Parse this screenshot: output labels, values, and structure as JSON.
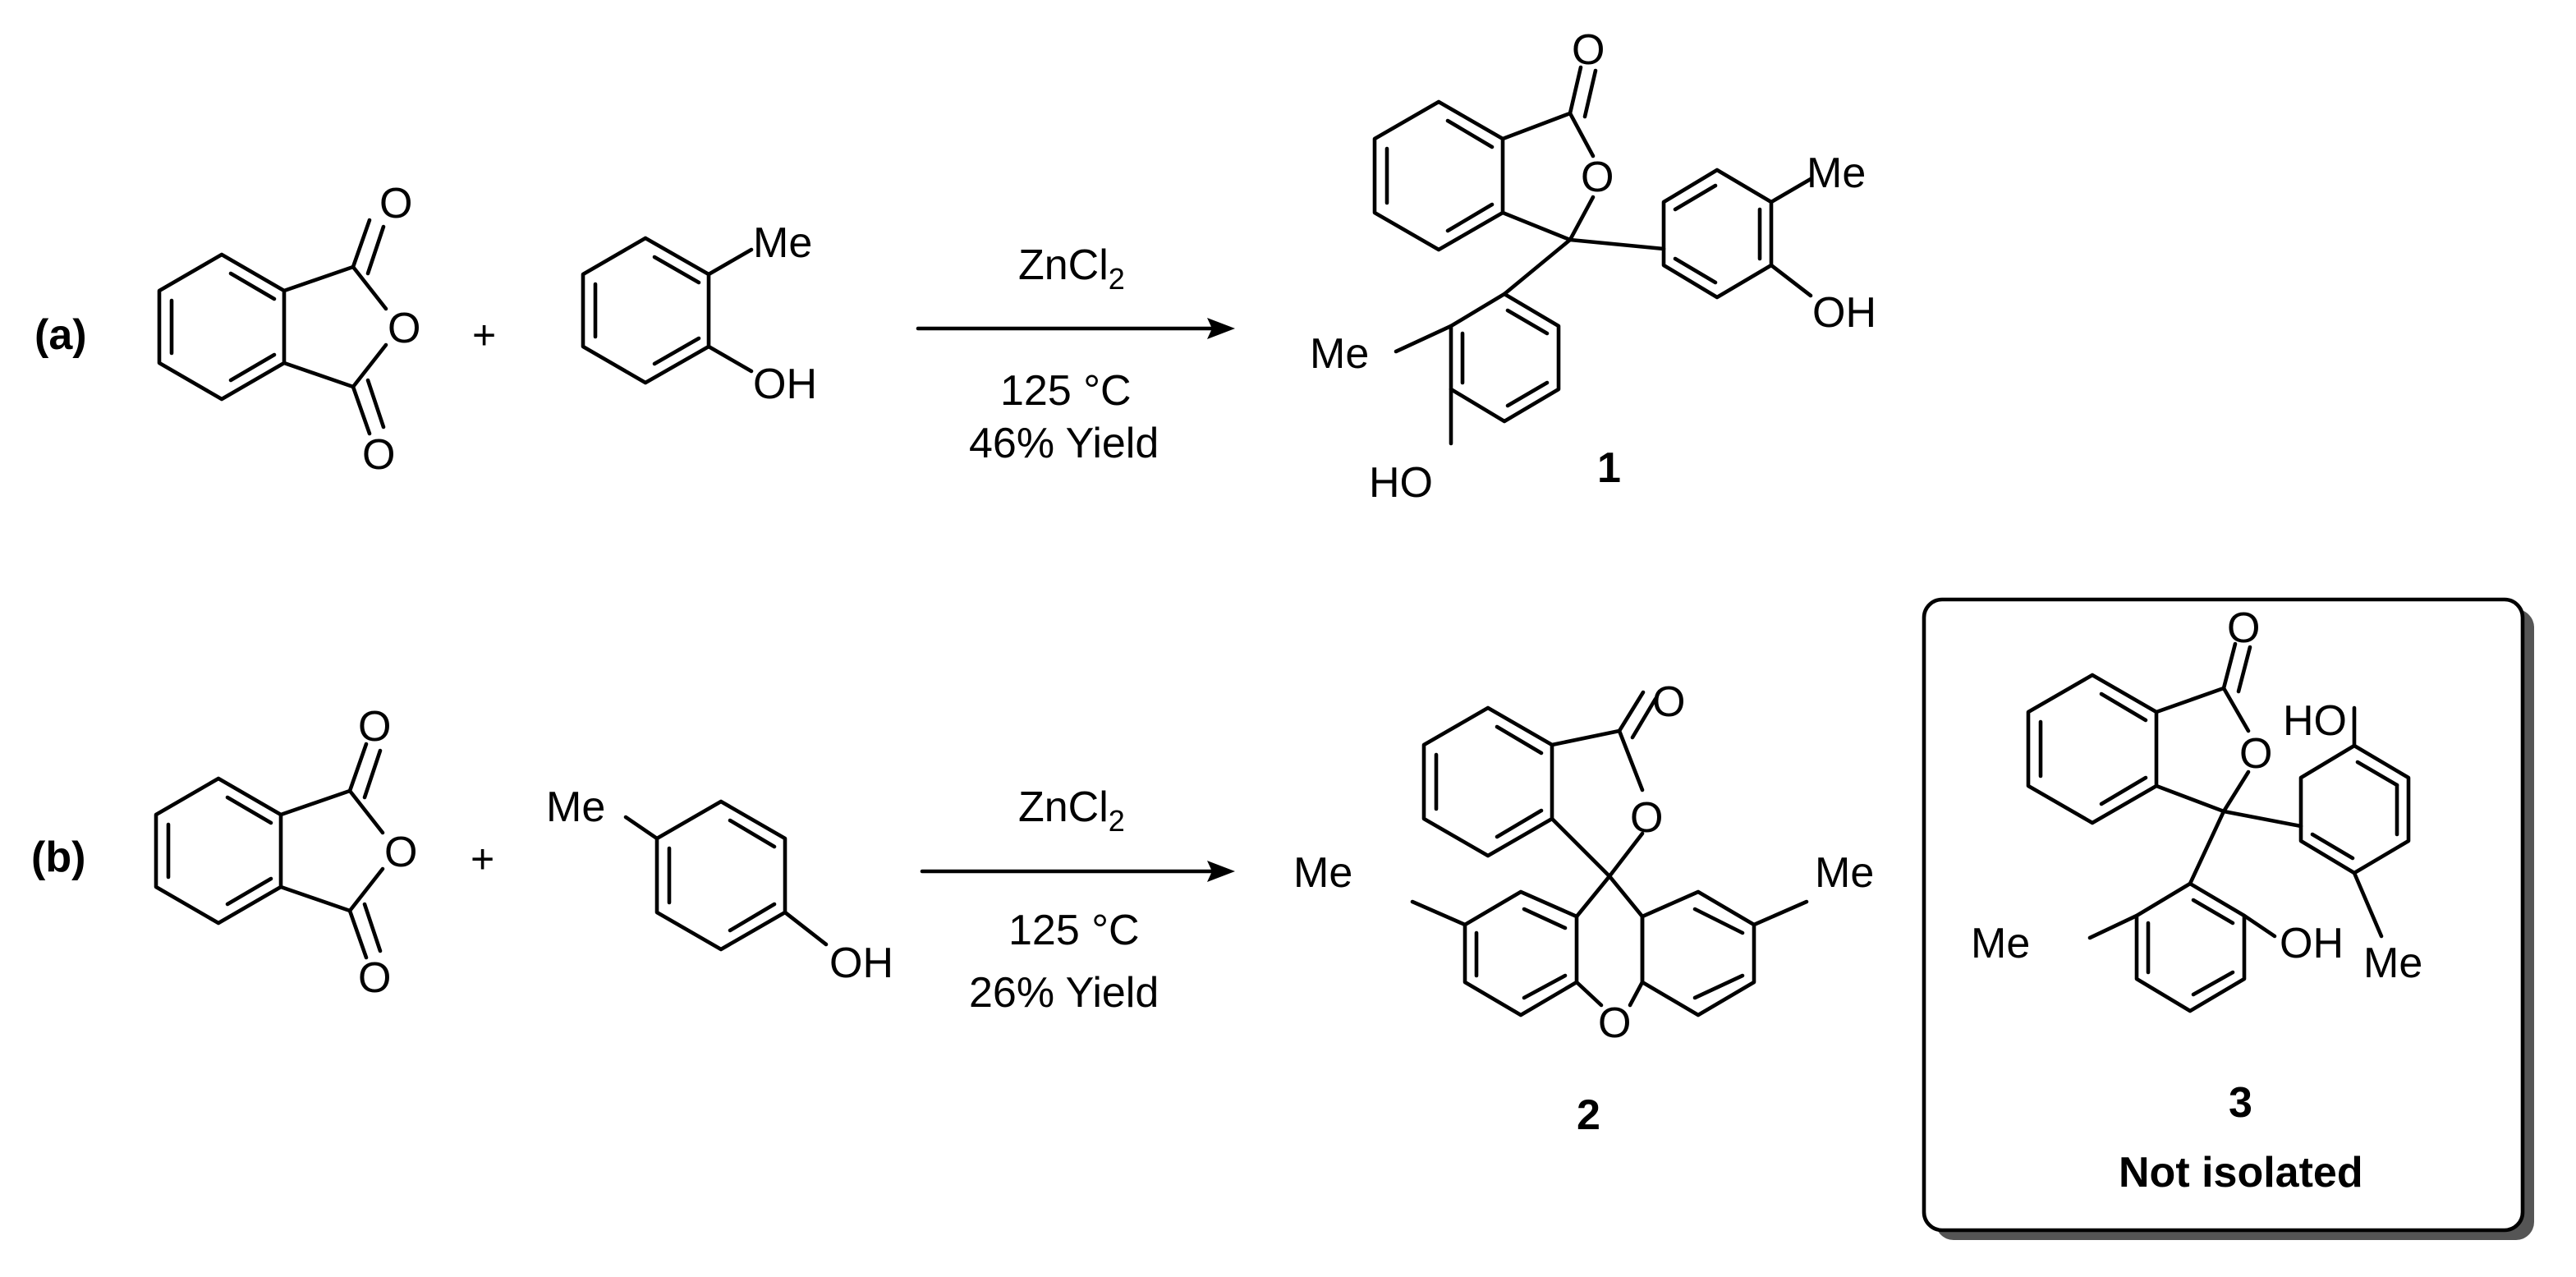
{
  "reactions": [
    {
      "label": "(a)",
      "plus": "+",
      "reagent": "ZnCl",
      "reagent_sub": "2",
      "temperature": "125 °C",
      "yield": "46% Yield",
      "product_number": "1"
    },
    {
      "label": "(b)",
      "plus": "+",
      "reagent": "ZnCl",
      "reagent_sub": "2",
      "temperature": "125 °C",
      "yield": "26% Yield",
      "product_number": "2"
    }
  ],
  "side_product": {
    "number": "3",
    "note": "Not isolated"
  },
  "atoms": {
    "O": "O",
    "OH": "OH",
    "HO": "HO",
    "Me": "Me"
  }
}
